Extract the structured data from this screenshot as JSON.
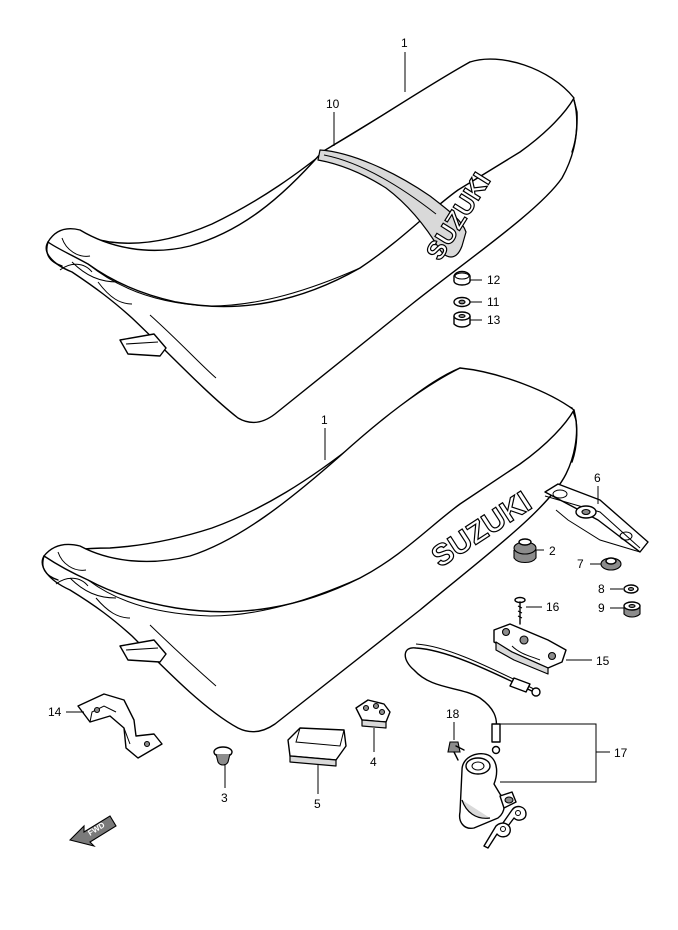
{
  "brand_text": "SUZUKI",
  "fwd_label": "FWD",
  "callouts": {
    "upper_seat": "1",
    "strap": "10",
    "part_12": "12",
    "part_11": "11",
    "part_13": "13",
    "lower_seat": "1",
    "part_6": "6",
    "part_2": "2",
    "part_7": "7",
    "part_8": "8",
    "part_9": "9",
    "part_16": "16",
    "part_15": "15",
    "part_14": "14",
    "part_3": "3",
    "part_5": "5",
    "part_4": "4",
    "part_18": "18",
    "part_17": "17"
  }
}
